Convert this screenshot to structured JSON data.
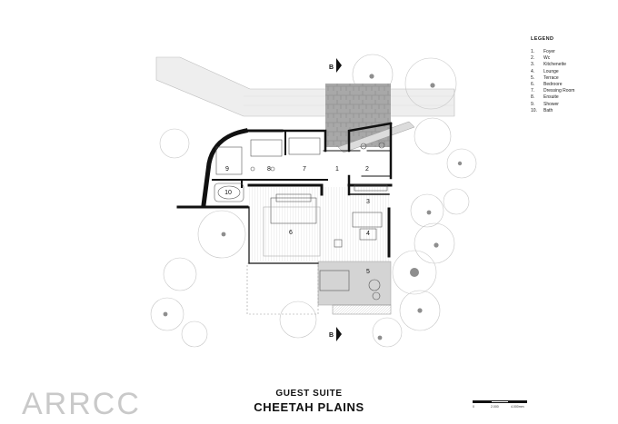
{
  "legend": {
    "title": "LEGEND",
    "items": [
      {
        "num": "1.",
        "label": "Foyer"
      },
      {
        "num": "2.",
        "label": "Wc"
      },
      {
        "num": "3.",
        "label": "Kitchenette"
      },
      {
        "num": "4.",
        "label": "Lounge"
      },
      {
        "num": "5.",
        "label": "Terrace"
      },
      {
        "num": "6.",
        "label": "Bedroore"
      },
      {
        "num": "7.",
        "label": "Dressing Room"
      },
      {
        "num": "8.",
        "label": "Ensuite"
      },
      {
        "num": "9.",
        "label": "Shower"
      },
      {
        "num": "10.",
        "label": "Bath"
      }
    ]
  },
  "plan": {
    "room_numbers": [
      "1",
      "2",
      "3",
      "4",
      "5",
      "6",
      "7",
      "8",
      "9",
      "10"
    ],
    "section_marker": "B"
  },
  "title_block": {
    "line1": "GUEST SUITE",
    "line2": "CHEETAH PLAINS"
  },
  "brand": {
    "logo_text": "ARRCC"
  },
  "scale": {
    "labels": [
      "0",
      "2.000",
      "4.000mm"
    ]
  },
  "colors": {
    "wall": "#111111",
    "tree_fill": "#8e8e8e",
    "path_fill": "#eeeeee",
    "terrace_fill": "#d4d4d4"
  }
}
